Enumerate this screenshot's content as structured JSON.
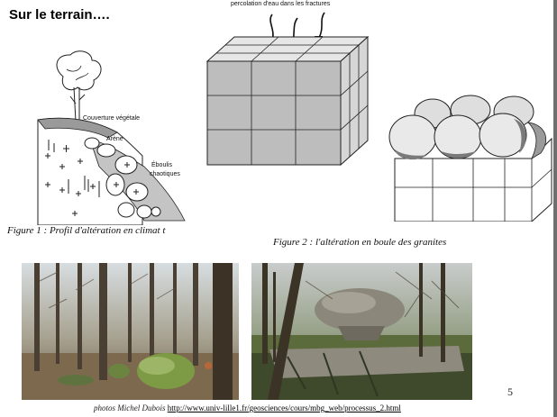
{
  "slide": {
    "title": "Sur le terrain….",
    "page_number": "5"
  },
  "figure1": {
    "labels": {
      "vegetation": "Couverture végétale",
      "arene": "Arène",
      "eboulis_line1": "Éboulis",
      "eboulis_line2": "chaotiques"
    },
    "caption": "Figure 1 : Profil d'altération en climat t"
  },
  "figure2": {
    "annotation": "percolation d'eau dans les fractures",
    "caption": "Figure 2 : l'altération en boule des granites"
  },
  "photos": {
    "credit": "photos Michel Dubois",
    "url": "http://www.univ-lille1.fr/geosciences/cours/mbg_web/processus_2.html"
  },
  "colors": {
    "sky": "#c9cfd4",
    "forest_floor": "#7a6348",
    "moss": "#6e8a3a",
    "boulder_grey": "#8d8a80"
  }
}
